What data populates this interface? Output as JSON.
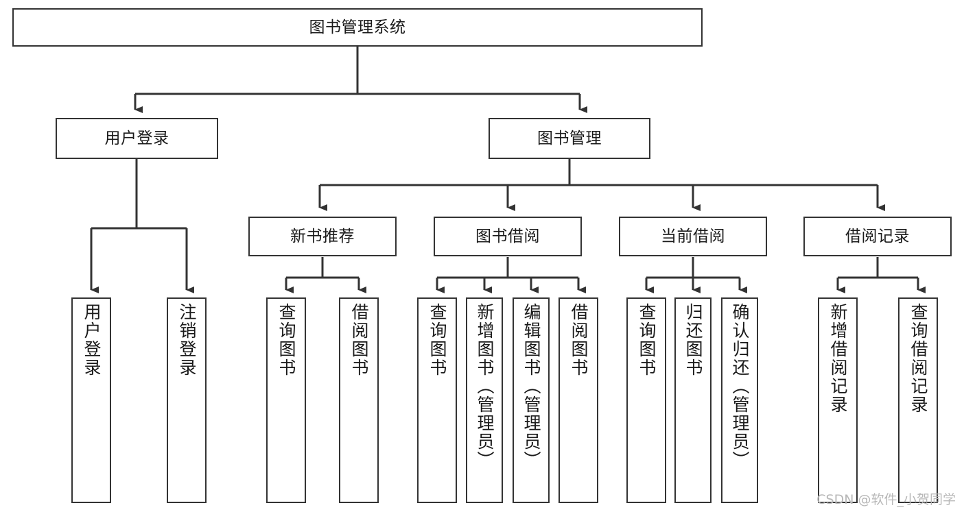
{
  "diagram": {
    "title": "图书管理系统",
    "type": "function-hierarchy-tree",
    "root": {
      "label": "图书管理系统"
    },
    "level2": [
      {
        "label": "用户登录"
      },
      {
        "label": "图书管理"
      }
    ],
    "level3": [
      {
        "label": "新书推荐"
      },
      {
        "label": "图书借阅"
      },
      {
        "label": "当前借阅"
      },
      {
        "label": "借阅记录"
      }
    ],
    "leaves": [
      {
        "label": "用户登录"
      },
      {
        "label": "注销登录"
      },
      {
        "label": "查询图书"
      },
      {
        "label": "借阅图书"
      },
      {
        "label": "查询图书"
      },
      {
        "label": "新增图书（管理员）"
      },
      {
        "label": "编辑图书（管理员）"
      },
      {
        "label": "借阅图书"
      },
      {
        "label": "查询图书"
      },
      {
        "label": "归还图书"
      },
      {
        "label": "确认归还（管理员）"
      },
      {
        "label": "新增借阅记录"
      },
      {
        "label": "查询借阅记录"
      }
    ]
  },
  "watermark": {
    "text": "CSDN @软件_小贺同学"
  },
  "colors": {
    "stroke": "#333333",
    "text": "#1a1a1a",
    "background": "#ffffff",
    "watermark": "#b8b8b8"
  }
}
